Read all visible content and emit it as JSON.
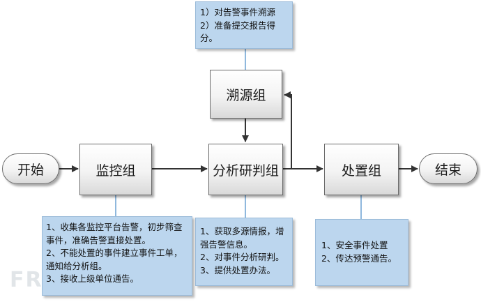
{
  "nodes": {
    "start": "开始",
    "monitor": "监控组",
    "analysis": "分析研判组",
    "trace": "溯源组",
    "handle": "处置组",
    "end": "结束"
  },
  "notes": {
    "trace": [
      "1）对告警事件溯源",
      "2）准备提交报告得",
      "分。"
    ],
    "monitor": [
      "1、收集各监控平台告警，初步筛查",
      "事件，准确告警直接处置。",
      "2、不能处置的事件建立事件工单，",
      "通知给分析组。",
      "3、接收上级单位通告。"
    ],
    "analysis": [
      "1、获取多源情报，增",
      "强告警信息。",
      "2、对事件分析研判。",
      "3、提供处置办法。"
    ],
    "handle": [
      "1、安全事件处置",
      "2、传达预警通告。"
    ]
  },
  "watermark": "FREEBUF",
  "colors": {
    "note_fill": "#bcd6ee",
    "arrow": "#333333",
    "connector": "#8fb8dd"
  }
}
